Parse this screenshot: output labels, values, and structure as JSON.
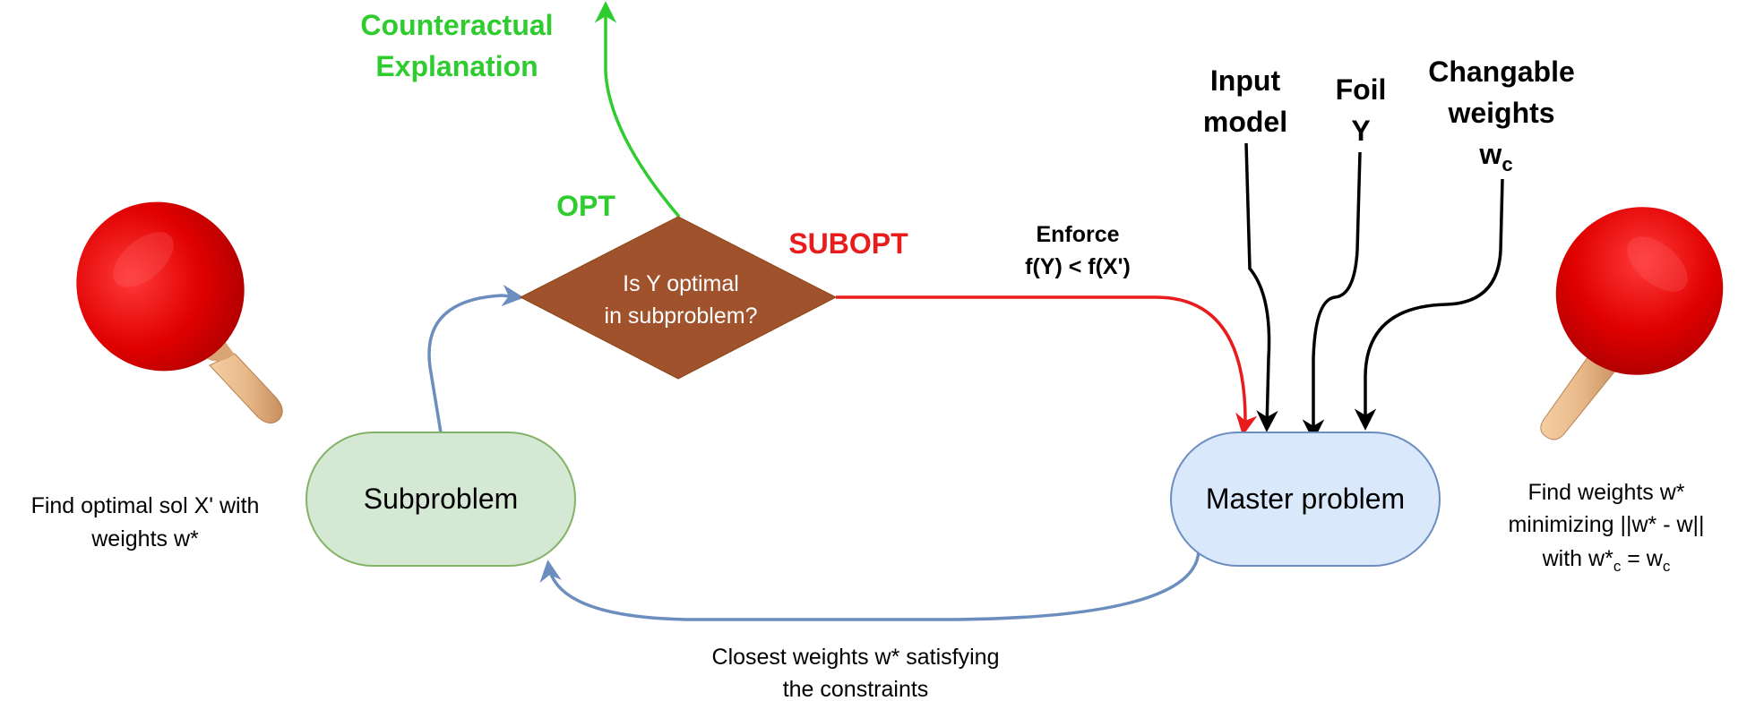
{
  "nodes": {
    "subproblem": {
      "label": "Subproblem"
    },
    "master": {
      "label": "Master problem"
    },
    "decision": {
      "line1": "Is Y optimal",
      "line2": "in subproblem?"
    }
  },
  "outcomes": {
    "opt": "OPT",
    "subopt": "SUBOPT",
    "counterfactual_line1": "Counteractual",
    "counterfactual_line2": "Explanation"
  },
  "edges": {
    "enforce_line1": "Enforce",
    "enforce_line2": "f(Y) < f(X')",
    "closest_line1": "Closest weights w* satisfying",
    "closest_line2": "the constraints"
  },
  "inputs": {
    "input_model_line1": "Input",
    "input_model_line2": "model",
    "foil_line1": "Foil",
    "foil_line2": "Y",
    "changable_line1": "Changable",
    "changable_line2": "weights",
    "changable_line3_main": "w",
    "changable_line3_sub": "c"
  },
  "captions": {
    "left_line1": "Find optimal sol X' with",
    "left_line2": "weights w*",
    "right_line1": "Find weights w*",
    "right_line2": "minimizing ||w* - w||",
    "right_line3_a": "with w*",
    "right_line3_sub1": "c",
    "right_line3_b": " = w",
    "right_line3_sub2": "c"
  },
  "icons": {
    "left_paddle": "ping-pong-paddle-icon",
    "right_paddle": "ping-pong-paddle-icon"
  },
  "colors": {
    "subproblem_fill": "#d5e8d4",
    "subproblem_stroke": "#82b366",
    "master_fill": "#dae8fc",
    "master_stroke": "#6c8ebf",
    "decision_fill": "#a0522d",
    "blue_edge": "#6c8ebf",
    "green": "#2ecc2e",
    "red": "#e81c1c",
    "paddle_red": "#e00000",
    "handle": "#e8b98a"
  }
}
